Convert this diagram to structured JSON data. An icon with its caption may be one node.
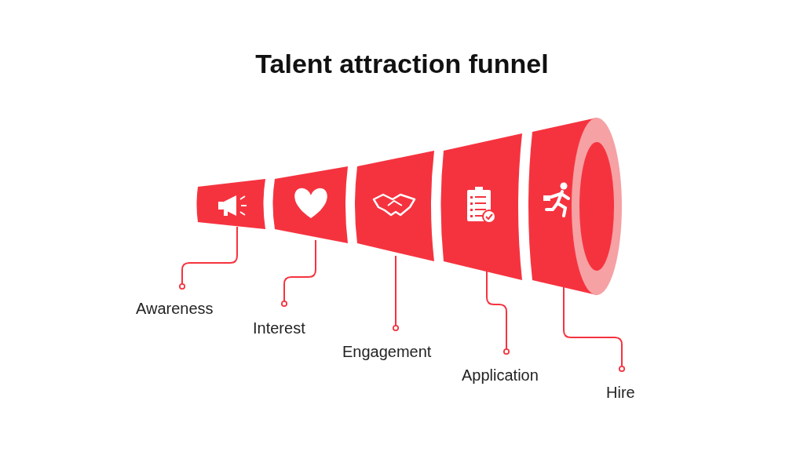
{
  "diagram": {
    "title": "Talent attraction funnel",
    "nodes": [
      {
        "text": [],
        "shape": "band"
      },
      {
        "text": [],
        "shape": "band"
      },
      {
        "text": [],
        "shape": "band"
      },
      {
        "text": [],
        "shape": "band"
      },
      {
        "text": [],
        "shape": "band"
      },
      {
        "text": [
          "Awareness"
        ]
      },
      {
        "text": [
          "Interest"
        ]
      },
      {
        "text": [
          "Engagement"
        ]
      },
      {
        "text": [
          "Application"
        ]
      },
      {
        "text": [
          "Hire"
        ]
      }
    ],
    "edges": [
      {
        "from": 5,
        "to": 0,
        "arrow": "other"
      },
      {
        "from": 6,
        "to": 1,
        "arrow": "other"
      },
      {
        "from": 7,
        "to": 2,
        "arrow": "other"
      },
      {
        "from": 8,
        "to": 3,
        "arrow": "other"
      },
      {
        "from": 9,
        "to": 4,
        "arrow": "other"
      }
    ]
  }
}
